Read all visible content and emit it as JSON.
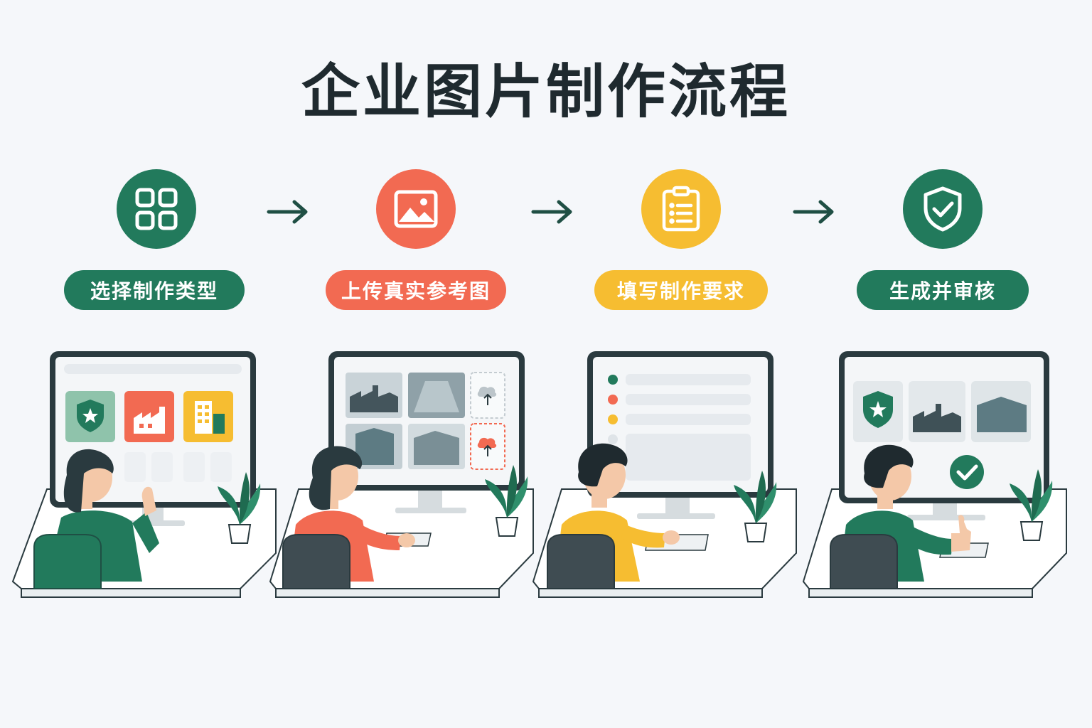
{
  "title": "企业图片制作流程",
  "colors": {
    "green": "#227a5c",
    "red": "#f26a52",
    "yellow": "#f6bd31",
    "dark": "#1f2a2f"
  },
  "steps": [
    {
      "label": "选择制作类型",
      "icon": "grid-icon",
      "color": "#227a5c"
    },
    {
      "label": "上传真实参考图",
      "icon": "image-icon",
      "color": "#f26a52"
    },
    {
      "label": "填写制作要求",
      "icon": "clipboard-icon",
      "color": "#f6bd31"
    },
    {
      "label": "生成并审核",
      "icon": "shield-check-icon",
      "color": "#227a5c"
    }
  ]
}
